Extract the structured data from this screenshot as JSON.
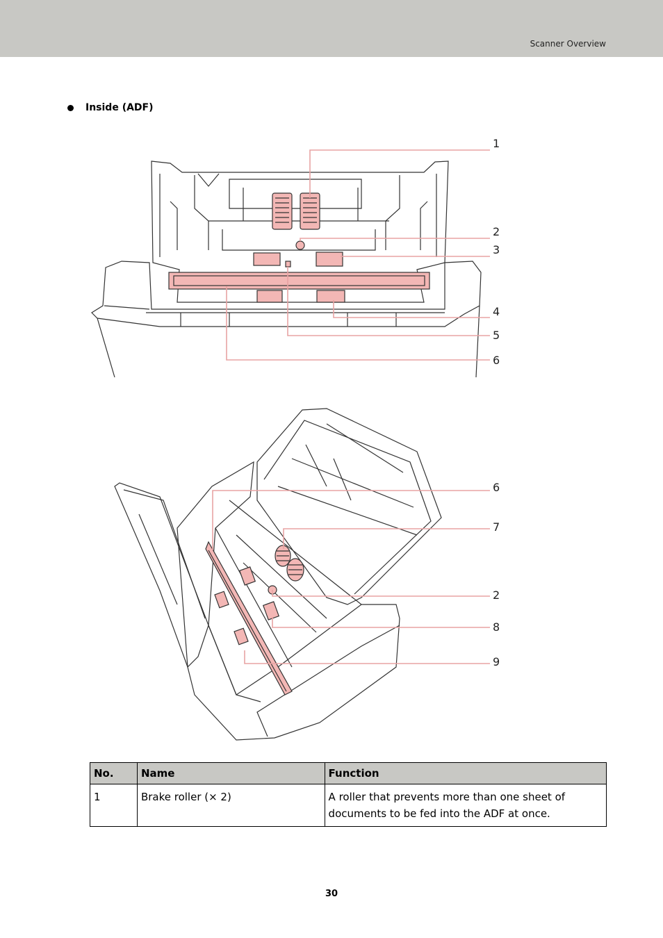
{
  "header": {
    "title": "Scanner Overview",
    "band_color": "#c8c8c4"
  },
  "section": {
    "heading": "Inside (ADF)"
  },
  "figure_top": {
    "callouts": [
      "1",
      "2",
      "3",
      "4",
      "5",
      "6"
    ]
  },
  "figure_bottom": {
    "callouts": [
      "6",
      "7",
      "2",
      "8",
      "9"
    ]
  },
  "highlight_color": "#f3b7b5",
  "table": {
    "headers": [
      "No.",
      "Name",
      "Function"
    ],
    "rows": [
      {
        "no": "1",
        "name": "Brake roller (× 2)",
        "function": "A roller that prevents more than one sheet of documents to be fed into the ADF at once."
      }
    ]
  },
  "footer": {
    "page_number": "30"
  }
}
